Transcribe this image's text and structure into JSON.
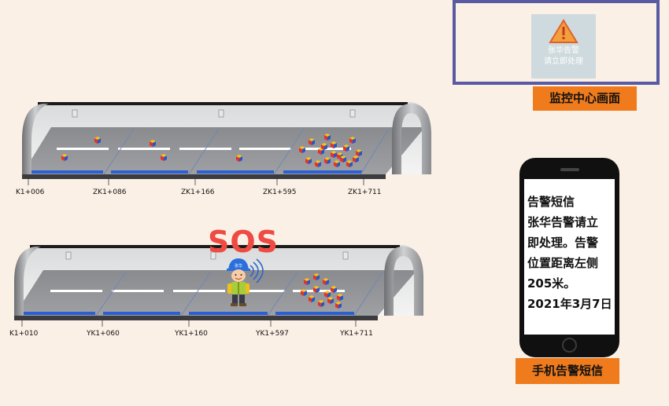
{
  "monitor": {
    "alert_line1": "张华告警",
    "alert_line2": "请立即处理",
    "caption": "监控中心画面"
  },
  "tunnel_top": {
    "chainages": [
      "K1+006",
      "ZK1+086",
      "ZK1+166",
      "ZK1+595",
      "ZK1+711"
    ]
  },
  "tunnel_bottom": {
    "chainages": [
      "K1+010",
      "YK1+060",
      "YK1+160",
      "YK1+597",
      "YK1+711"
    ]
  },
  "worker": {
    "helmet_label": "张华"
  },
  "sos_text": "SOS",
  "phone": {
    "sms_lines": [
      "告警短信",
      "张华告警请立",
      "即处理。告警",
      "位置距离左侧",
      "205米。",
      "2021年3月7日"
    ],
    "caption": "手机告警短信"
  },
  "colors": {
    "background": "#fbf0e6",
    "accent_orange": "#ef7b1d",
    "sos_red": "#ee4b43",
    "lane_blue": "#2a5fd6",
    "monitor_border": "#5a5aa2"
  }
}
